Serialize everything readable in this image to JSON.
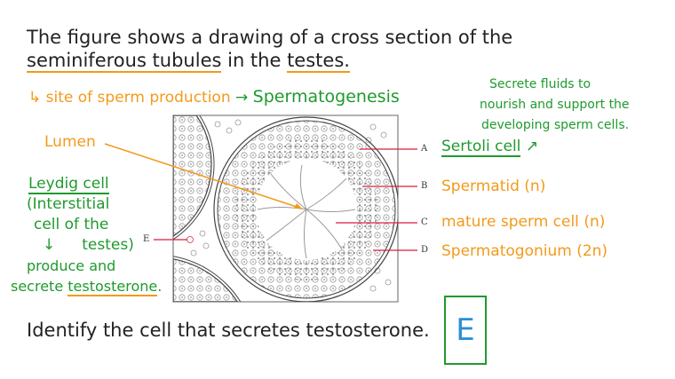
{
  "title": {
    "line1": "The figure shows a drawing of a cross section of the",
    "line2_a": "seminiferous tubules",
    "line2_b": " in the ",
    "line2_c": "testes."
  },
  "note_site": {
    "arrow": "↳",
    "text": "site of sperm production",
    "arrow2": "→",
    "term": "Spermatogenesis"
  },
  "sertoli_note": [
    "Secrete fluids to",
    "nourish and support the",
    "developing sperm cells."
  ],
  "lumen": "Lumen",
  "leydig": {
    "title": "Leydig cell",
    "lines": [
      "(Interstitial",
      "cell of the",
      "testes)"
    ],
    "down_arrow": "↓",
    "produce": "produce and",
    "secrete": "secrete ",
    "hormone": "testosterone",
    "period": "."
  },
  "labels": {
    "A": {
      "letter": "A",
      "text": "Sertoli cell",
      "arrow": "↗"
    },
    "B": {
      "letter": "B",
      "text": "Spermatid (n)"
    },
    "C": {
      "letter": "C",
      "text": "mature sperm cell (n)"
    },
    "D": {
      "letter": "D",
      "text": "Spermatogonium (2n)"
    },
    "E": {
      "letter": "E"
    }
  },
  "question": "Identify the cell that secretes testosterone.",
  "answer": "E",
  "colors": {
    "orange": "#f29a1c",
    "green": "#1f9a2e",
    "answer": "#2a8fd6",
    "pointer": "#d81e3c"
  }
}
